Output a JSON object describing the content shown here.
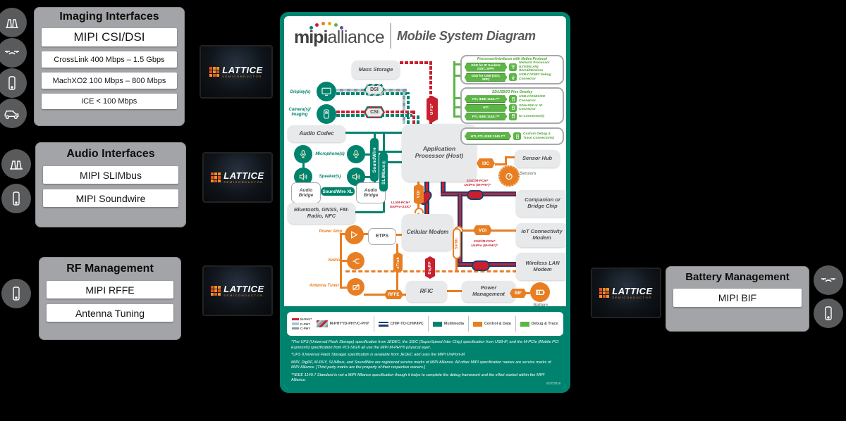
{
  "colors": {
    "teal": "#00836E",
    "orange": "#E87E23",
    "red": "#C8202F",
    "green": "#5CB546",
    "navy": "#1E3E6E",
    "panel_gray": "#A2A4A7"
  },
  "side": {
    "imaging": {
      "title": "Imaging Interfaces",
      "items": [
        "MIPI CSI/DSI",
        "CrossLink 400 Mbps – 1.5 Gbps",
        "MachXO2 100 Mbps – 800 Mbps",
        "iCE < 100 Mbps"
      ]
    },
    "audio": {
      "title": "Audio Interfaces",
      "items": [
        "MIPI SLIMbus",
        "MIPI Soundwire"
      ]
    },
    "rf": {
      "title": "RF Management",
      "items": [
        "MIPI RFFE",
        "Antenna Tuning"
      ]
    },
    "battery": {
      "title": "Battery Management",
      "items": [
        "MIPI BIF"
      ]
    }
  },
  "lattice": {
    "brand": "LATTICE",
    "sub": "SEMICONDUCTOR"
  },
  "header": {
    "logo_mipi": "mipi",
    "logo_alliance": "alliance",
    "title": "Mobile System Diagram"
  },
  "boxes": {
    "mass_storage": "Mass Storage",
    "audio_codec": "Audio Codec",
    "app_processor": "Application Processor (Host)",
    "audio_bridge": "Audio Bridge",
    "bluetooth": "Bluetooth, GNSS, FM-Radio, NFC",
    "cellular_modem": "Cellular Modem",
    "etps": "ETPS",
    "rfic": "RFIC",
    "power_mgmt": "Power Management",
    "sensor_hub": "Sensor Hub",
    "companion": "Companion or Bridge Chip",
    "iot_modem": "IoT Connectivity Modem",
    "wlan_modem": "Wireless LAN Modem"
  },
  "badges": {
    "dsi": "DSI",
    "csi": "CSI",
    "ufs": "UFS*",
    "soundwire": "SoundWire",
    "slimbus": "SLIMbus®",
    "soundwire_xl": "SoundWire XL",
    "i3c": "I3C",
    "vgi_ap": "VGI",
    "vgi_iot": "VGI",
    "spmi": "SPMI",
    "etrak": "eTrak",
    "digrf": "DigRF",
    "rffe": "RFFE",
    "bif": "BIF"
  },
  "labels": {
    "displays": "Display(s)",
    "camera": "Camera(s)/ Imaging",
    "microphones": "Microphone(s)",
    "speakers": "Speaker(s)",
    "power_amp": "Power Amp",
    "switch": "Switch",
    "antenna_tuner": "Antenna Tuner",
    "sensors": "Sensors",
    "battery": "Battery"
  },
  "red_labels": {
    "ap_modem": {
      "l1": "LLI/M-PCIe*",
      "l2": "UniPro-SSIC*"
    },
    "ap_companion": {
      "l1": "SSIC/M-PCIe*",
      "l2": "UniPro (M-PHY)*"
    },
    "modem_wlan": {
      "l1": "SSIC/M-PCIe*",
      "l2": "UniPro (M-PHY)*"
    }
  },
  "debug": {
    "panel1": {
      "title": "Processor/Interfaces with Native Protocol",
      "rows": [
        {
          "chip": "GbD for IP Sockets (GbT, SPP)",
          "dest": "Network Processor (LTE/WLAN) Wired/Wireless"
        },
        {
          "chip": "GbD for USB (GbT, SPP)",
          "dest": "USB-C/USB3 Debug Connector"
        }
      ]
    },
    "panel2": {
      "title": "SD/USB/IO Pins Overlay",
      "rows": [
        {
          "chip": "HTI, IEEE 1149.7**",
          "dest": "USB-C/USB3/SD Connector"
        },
        {
          "chip": "HTI",
          "dest": "SD/eUSB or IO Connector"
        },
        {
          "chip": "PTI, IEEE 1149.7**",
          "dest": "IO Connector(s)"
        }
      ]
    },
    "panel3": {
      "rows": [
        {
          "chip": "HTI, PTI, IEEE 1149.7**",
          "dest": "Custom Debug & Trace Connector(s)"
        }
      ]
    }
  },
  "legend": {
    "phy": [
      {
        "label": "M-PHY*",
        "color": "#C8202F"
      },
      {
        "label": "D-PHY",
        "color": "#9FCBD9"
      },
      {
        "label": "C-PHY",
        "color": "#939598"
      }
    ],
    "combo": "M-PHY*/D-PHY/C-PHY",
    "c2c": "CHIP-TO-CHIP/IPC",
    "multimedia": "Multimedia",
    "control": "Control & Data",
    "debug_trace": "Debug & Trace"
  },
  "footnotes": [
    "*The UFS (Universal Flash Storage) specification from JEDEC, the SSIC (SuperSpeed Inter Chip) specification from USB-IF, and the M-PCIe (Mobile PCI Express®) specification from PCI-SIG® all use the MIPI M-PHY® physical layer.",
    "*UFS (Universal Flash Storage) specification is available from JEDEC and uses the MIPI UniPort-M.",
    "MIPI, DigRF, M-PHY, SLIMbus, and SoundWire are registered service marks of MIPI Alliance. All other MIPI specification names are service marks of MIPI Alliance. [Third party marks are the property of their respective owners.]",
    "**IEEE 1149.7 Standard is not a MIPI Alliance specification though it helps to complete the debug framework and the effort started within the MIPI Alliance."
  ],
  "date": "5/27/2016"
}
